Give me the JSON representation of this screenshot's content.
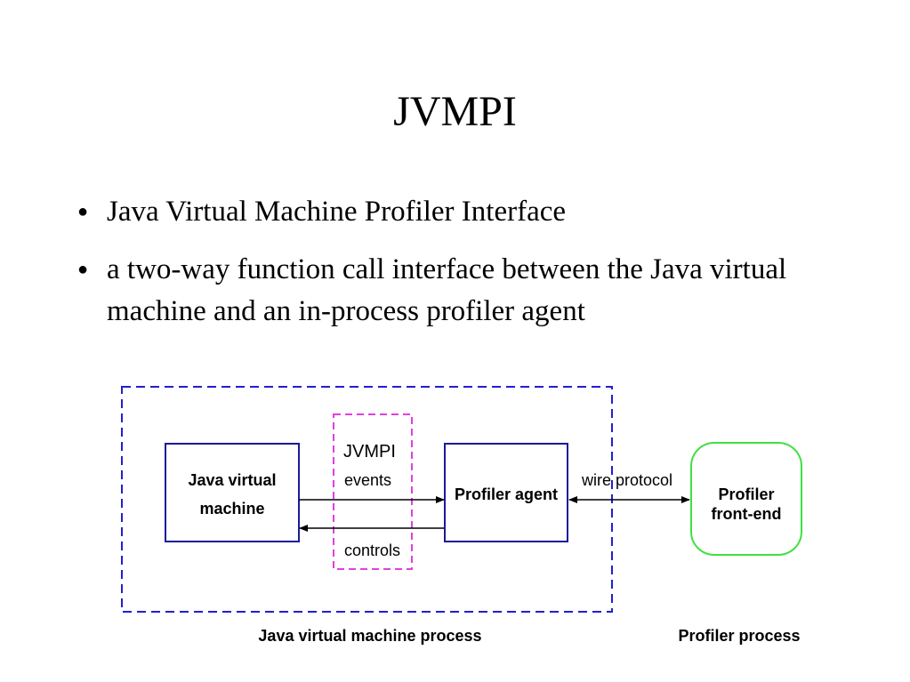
{
  "slide": {
    "title": "JVMPI",
    "bullets": [
      "Java Virtual Machine Profiler Interface",
      "a two-way function call interface between the Java virtual machine and an in-process profiler agent"
    ]
  },
  "diagram": {
    "jvm_box": {
      "line1": "Java virtual",
      "line2": "machine"
    },
    "jvmpi_label": "JVMPI",
    "events_label": "events",
    "controls_label": "controls",
    "agent_box": "Profiler agent",
    "wire_protocol_label": "wire protocol",
    "frontend_box": {
      "line1": "Profiler",
      "line2": "front-end"
    },
    "jvm_process_label": "Java virtual machine process",
    "profiler_process_label": "Profiler process",
    "colors": {
      "jvm_process_border": "#2020d0",
      "jvmpi_border": "#e040e0",
      "box_border": "#1a1a9a",
      "frontend_border": "#40e040",
      "arrows": "#000000"
    }
  }
}
